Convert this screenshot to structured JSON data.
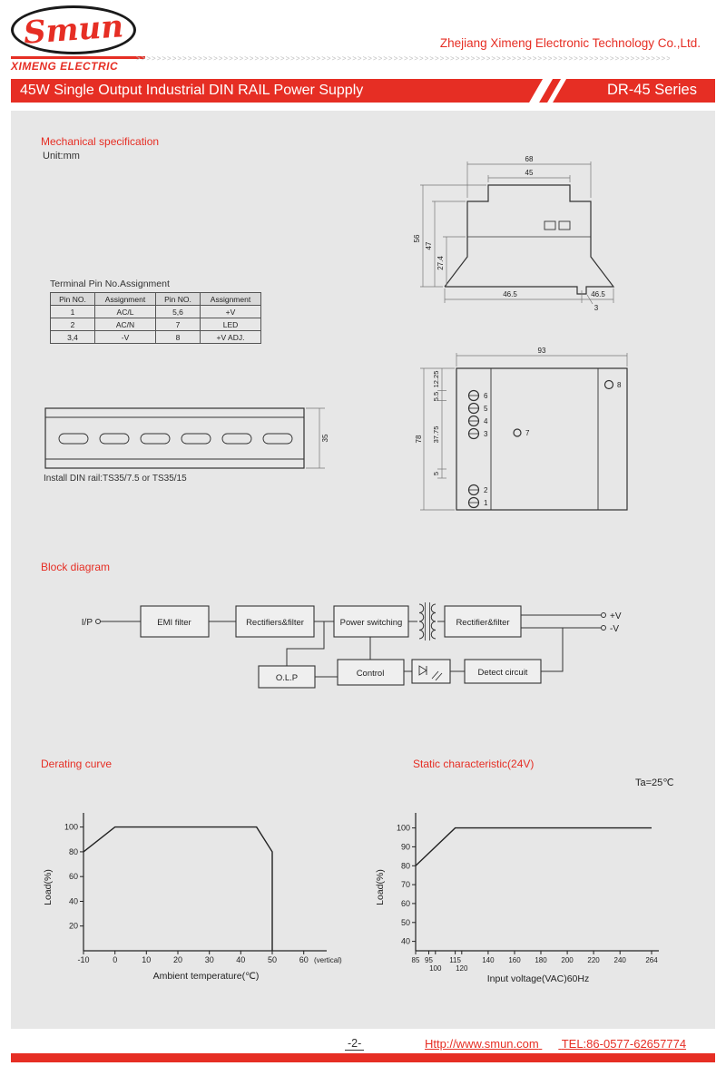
{
  "header": {
    "logo_text": "Smun",
    "logo_subtitle": "XIMENG ELECTRIC",
    "company_name": "Zhejiang Ximeng Electronic Technology Co.,Ltd.",
    "chevrons": ">>>>>>>>>>>>>>>>>>>>>>>>>>>>>>>>>>>>>>>>>>>>>>>>>>>>>>>>>>>>>>>>>>>>>>>>>>>>>>>>>>>>>>>>>>>>>>>>>>>>>>>>>>>>>>>>>>>>>>>>"
  },
  "banner": {
    "title": "45W Single Output Industrial DIN RAIL Power Supply",
    "series": "DR-45 Series"
  },
  "mechanical": {
    "section_title": "Mechanical specification",
    "unit_note": "Unit:mm",
    "profile_dims": {
      "top_width": "68",
      "inner_width": "45",
      "height_total": "56",
      "height_body": "47",
      "height_lower": "27.4",
      "base_left": "46.5",
      "base_right": "46.5",
      "clip": "3"
    },
    "front_dims": {
      "width": "93",
      "height": "78",
      "d1": "12.25",
      "d2": "5.5",
      "d3": "37.75",
      "d4": "5"
    },
    "front_pins": {
      "p6": "6",
      "p5": "5",
      "p4": "4",
      "p3": "3",
      "p2": "2",
      "p1": "1",
      "p7": "7",
      "p8": "8"
    },
    "rail": {
      "dim": "35",
      "note": "Install DIN rail:TS35/7.5 or TS35/15"
    }
  },
  "pin_table": {
    "title": "Terminal Pin No.Assignment",
    "headers": [
      "Pin NO.",
      "Assignment",
      "Pin NO.",
      "Assignment"
    ],
    "rows": [
      [
        "1",
        "AC/L",
        "5,6",
        "+V"
      ],
      [
        "2",
        "AC/N",
        "7",
        "LED"
      ],
      [
        "3,4",
        "-V",
        "8",
        "+V ADJ."
      ]
    ]
  },
  "block_diagram": {
    "section_title": "Block diagram",
    "input": "I/P",
    "emi": "EMI filter",
    "rect1": "Rectifiers&filter",
    "switching": "Power switching",
    "rect2": "Rectifier&filter",
    "olp": "O.L.P",
    "control": "Control",
    "detect": "Detect circuit",
    "out_pos": "+V",
    "out_neg": "-V"
  },
  "chart_data": [
    {
      "type": "line",
      "title": "Derating curve",
      "xlabel": "Ambient temperature(℃)",
      "ylabel": "Load(%)",
      "x_ticks": [
        "-10",
        "0",
        "10",
        "20",
        "30",
        "40",
        "50",
        "60"
      ],
      "x_suffix": "(vertical)",
      "y_ticks": [
        "100",
        "80",
        "60",
        "40",
        "20"
      ],
      "xlim": [
        -10,
        65
      ],
      "ylim": [
        0,
        110
      ],
      "points": [
        [
          -10,
          80
        ],
        [
          0,
          100
        ],
        [
          45,
          100
        ],
        [
          50,
          80
        ],
        [
          50,
          0
        ]
      ],
      "legend": [],
      "grid": false
    },
    {
      "type": "line",
      "title": "Static characteristic(24V)",
      "annotation": "Ta=25℃",
      "xlabel": "Input voltage(VAC)60Hz",
      "ylabel": "Load(%)",
      "x_ticks": [
        "85",
        "95",
        "100",
        "115",
        "120",
        "140",
        "160",
        "180",
        "200",
        "220",
        "240",
        "264"
      ],
      "y_ticks": [
        "100",
        "90",
        "80",
        "70",
        "60",
        "50",
        "40"
      ],
      "xlim": [
        85,
        264
      ],
      "ylim": [
        35,
        107
      ],
      "points": [
        [
          85,
          80
        ],
        [
          115,
          100
        ],
        [
          264,
          100
        ]
      ],
      "legend": [],
      "grid": false
    }
  ],
  "footer": {
    "page_no": "-2-",
    "url": "Http://www.smun.com",
    "tel": "TEL:86-0577-62657774"
  }
}
